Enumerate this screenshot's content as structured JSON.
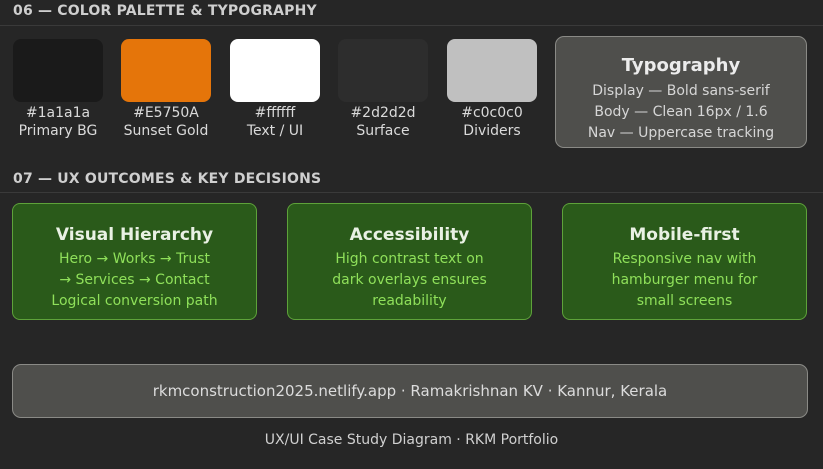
{
  "sections": {
    "palette_title": "06 — COLOR PALETTE & TYPOGRAPHY",
    "outcomes_title": "07 — UX OUTCOMES & KEY DECISIONS"
  },
  "swatches": [
    {
      "hex": "#1a1a1a",
      "role": "Primary BG",
      "color": "#1a1a1a"
    },
    {
      "hex": "#E5750A",
      "role": "Sunset Gold",
      "color": "#E5750A"
    },
    {
      "hex": "#ffffff",
      "role": "Text / UI",
      "color": "#ffffff"
    },
    {
      "hex": "#2d2d2d",
      "role": "Surface",
      "color": "#2d2d2d"
    },
    {
      "hex": "#c0c0c0",
      "role": "Dividers",
      "color": "#c0c0c0"
    }
  ],
  "typography": {
    "title": "Typography",
    "lines": [
      "Display — Bold sans-serif",
      "Body — Clean 16px / 1.6",
      "Nav — Uppercase tracking"
    ]
  },
  "outcomes": [
    {
      "title": "Visual Hierarchy",
      "lines": [
        "Hero → Works → Trust",
        "→ Services → Contact",
        "Logical conversion path"
      ]
    },
    {
      "title": "Accessibility",
      "lines": [
        "High contrast text on",
        "dark overlays ensures",
        "readability"
      ]
    },
    {
      "title": "Mobile-first",
      "lines": [
        "Responsive nav with",
        "hamburger menu for",
        "small screens"
      ]
    }
  ],
  "footer": {
    "text": "rkmconstruction2025.netlify.app · Ramakrishnan KV · Kannur, Kerala"
  },
  "caption": "UX/UI Case Study Diagram · RKM Portfolio"
}
